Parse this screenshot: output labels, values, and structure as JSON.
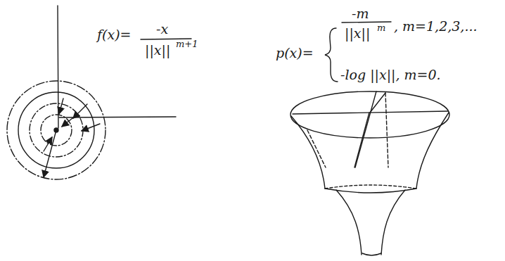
{
  "diagram": {
    "labels": [
      "f(x)=",
      "-x",
      "||x||",
      "m+1",
      "p(x)=",
      "-m",
      "||x||",
      "m",
      ", m=1,2,3,...",
      "-log ||x||, m=0."
    ]
  }
}
